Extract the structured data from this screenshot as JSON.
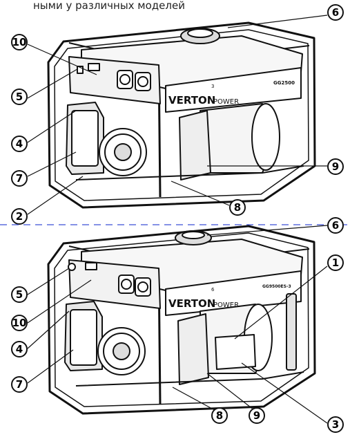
{
  "top_caption": "ными у различных моделей",
  "separator_color": "#3b4fd8",
  "generators": [
    {
      "brand_main": "VERTON",
      "brand_sub": "POWER",
      "brand_sup": "3",
      "model": "GG2500",
      "callouts": [
        "6",
        "10",
        "5",
        "4",
        "7",
        "2",
        "9",
        "8"
      ]
    },
    {
      "brand_main": "VERTON",
      "brand_sub": "POWER",
      "brand_sup": "6",
      "model": "GG9500ES-3",
      "callouts": [
        "6",
        "1",
        "5",
        "10",
        "4",
        "7",
        "8",
        "9",
        "3"
      ]
    }
  ]
}
